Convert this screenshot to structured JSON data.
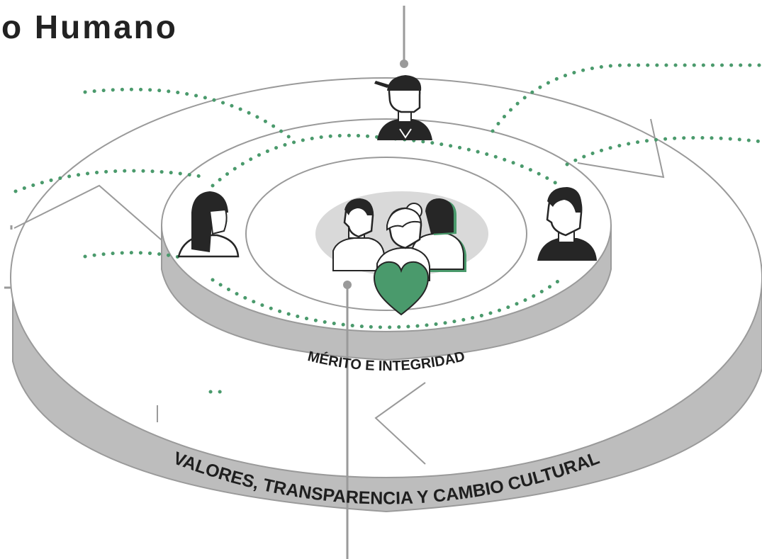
{
  "title": "o Humano",
  "rings": {
    "inner_label": "MÉRITO E INTEGRIDAD",
    "outer_label": "VALORES, TRANSPARENCIA Y CAMBIO CULTURAL"
  },
  "colors": {
    "accent": "#4a9a6c",
    "ring_side": "#bdbdbd",
    "ring_line": "#9a9a9a",
    "center_fill": "#d9d9d9",
    "figure_dark": "#262626",
    "heart": "#4a9a6c"
  },
  "icons": {
    "top_person": "person-with-cap-icon",
    "left_person": "person-woman-icon",
    "right_person": "person-man-icon",
    "center_group": "people-group-icon",
    "heart": "heart-icon"
  }
}
